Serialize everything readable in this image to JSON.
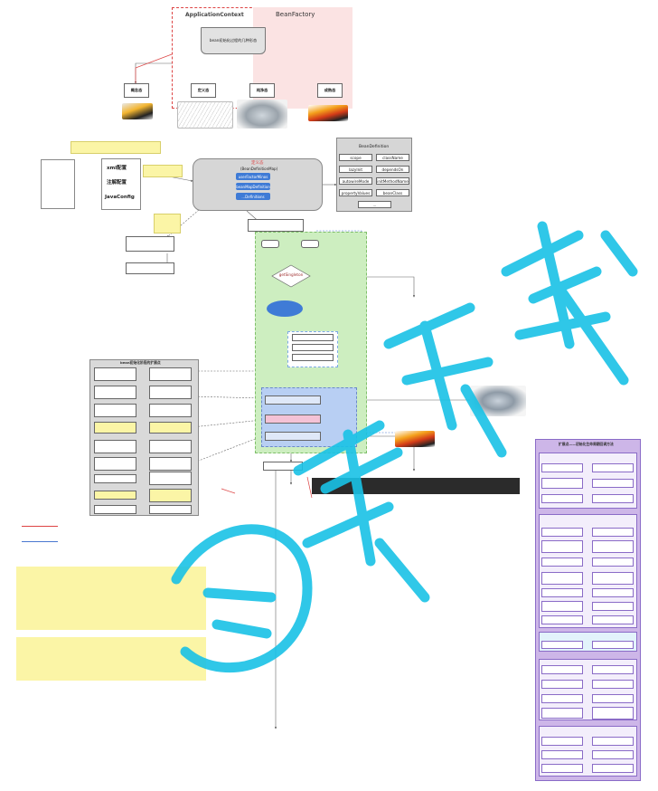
{
  "top": {
    "application_context": "ApplicationContext",
    "bean_factory": "BeanFactory",
    "center_doc": "bean初始化过程的几种形态",
    "states": [
      "概念态",
      "定义态",
      "纯净态",
      "成熟态"
    ]
  },
  "left_panel": {
    "items": [
      "xml配置",
      "注解配置",
      "JavaConfig"
    ]
  },
  "center": {
    "bd_map_title": "定义态",
    "bd_map_subtitle": "(BeanDefinitionMap)",
    "bd_map_entries": [
      "userFactorMinos",
      "beanMapDefinition",
      "...Definitions"
    ],
    "bean_definition_title": "BeanDefinition",
    "bean_definition_props": [
      "scope",
      "className",
      "lazyInit",
      "dependsOn",
      "autowireMode",
      "initMethodName",
      "propertyValues",
      "beanClass",
      "..."
    ],
    "get_singleton": "getSingleton"
  },
  "processors_panel": {
    "title": "bean初始化阶段的扩展点"
  },
  "right_panel": {
    "title": "扩展点——初始化生命周期回调方法"
  },
  "colors": {
    "green_zone": "#cdeec0",
    "blue_region": "#b8cff3",
    "purple_panel": "#cdb6e8",
    "note_yellow": "#fbf5a6",
    "watermark": "#19c2e6"
  }
}
